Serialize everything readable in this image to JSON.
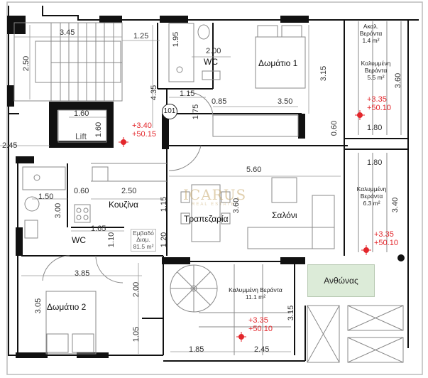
{
  "plan": {
    "unit_number": "101",
    "watermark": {
      "brand": "ICARUS",
      "subtitle": "REAL ESTATE"
    },
    "rooms": {
      "bedroom1": "Δωμάτιο 1",
      "bedroom2": "Δωμάτιο 2",
      "kitchen": "Κουζίνα",
      "dining": "Τραπεζαρία",
      "living": "Σαλόνι",
      "wc_top": "WC",
      "wc_bottom": "WC",
      "lift": "Lift",
      "garden": "Ανθώνας"
    },
    "verandas": {
      "uncovered_top": {
        "line1": "Ακαλ.",
        "line2": "Βεράντα",
        "area": "1.4 m²"
      },
      "covered_top_right": {
        "line1": "Καλυμμένη",
        "line2": "Βεράντα",
        "area": "5.5 m²"
      },
      "covered_mid_right": {
        "line1": "Καλυμμένη",
        "line2": "Βεράντα",
        "area": "6.3 m²"
      },
      "covered_bottom": {
        "line1": "Καλυμμένη Βεράντα",
        "area": "11.1 m²"
      }
    },
    "area_box": {
      "line1": "Εμβαδό",
      "line2": "Διαμ.",
      "line3": "81.5 m²"
    },
    "levels": [
      {
        "id": "lobby",
        "level": "+3.40",
        "abs": "+50.15"
      },
      {
        "id": "veranda_top_right",
        "level": "+3.35",
        "abs": "+50.10"
      },
      {
        "id": "veranda_mid_right",
        "level": "+3.35",
        "abs": "+50.10"
      },
      {
        "id": "veranda_bottom",
        "level": "+3.35",
        "abs": "+50.10"
      }
    ],
    "dimensions": {
      "stair_width": "3.45",
      "stair_landing": "1.25",
      "stair_depth": "2.50",
      "shower_top": "1.95",
      "wc_top_width": "2.00",
      "corridor_height": "4.35",
      "entry_width": "1.15",
      "entry_depth": "1.75",
      "closet": "0.85",
      "bedroom1_width": "3.50",
      "bedroom1_depth": "3.15",
      "bedroom1_wardrobe": "0.60",
      "veranda_top_depth": "3.60",
      "veranda_top_width": "1.80",
      "lift_width": "1.60",
      "lift_depth": "1.60",
      "left_shaft": "2.45",
      "living_width": "5.60",
      "living_depth": "3.60",
      "veranda_mid_width": "1.80",
      "veranda_mid_depth": "3.40",
      "kitchen_counter": "0.60",
      "kitchen_width": "2.50",
      "kitchen_depth": "1.15",
      "dining_depth": "1.20",
      "wc_bottom_width": "1.50",
      "wc_bottom_depth": "3.00",
      "wc2_width": "1.65",
      "wc2_depth": "1.10",
      "bedroom2_width": "3.85",
      "bedroom2_depth": "3.05",
      "bedroom2_wardrobe": "2.00",
      "bedroom2_lower": "1.05",
      "veranda_bottom_w1": "1.85",
      "veranda_bottom_w2": "2.45",
      "veranda_bottom_depth": "3.15"
    }
  }
}
